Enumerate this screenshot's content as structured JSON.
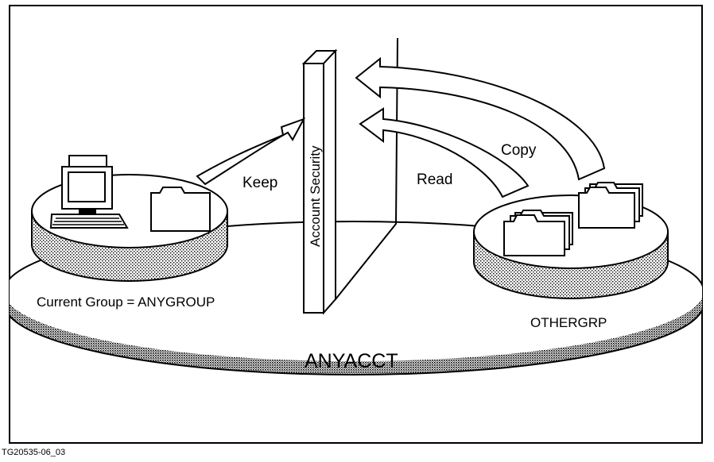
{
  "labels": {
    "keep": "Keep",
    "read": "Read",
    "copy": "Copy",
    "account_security": "Account Security",
    "current_group": "Current Group = ANYGROUP",
    "othergrp": "OTHERGRP",
    "anyacct": "ANYACCT",
    "figure_id": "TG20535-06_03"
  },
  "icons": {
    "terminal": "computer-terminal-icon",
    "folder": "folder-icon"
  },
  "colors": {
    "ink": "#000000",
    "paper": "#ffffff",
    "stipple": "#9a9a9a"
  }
}
